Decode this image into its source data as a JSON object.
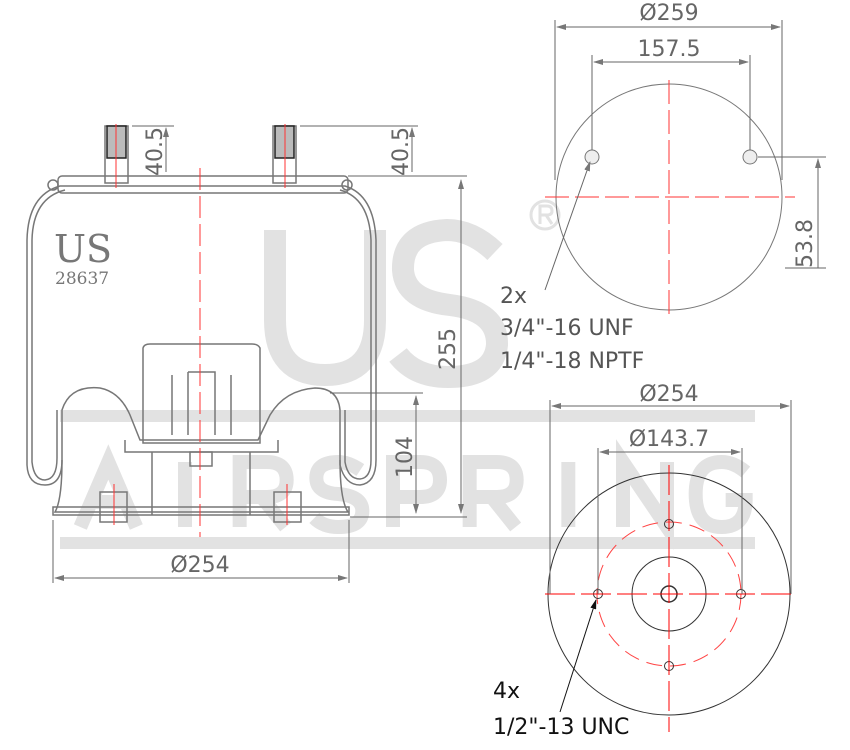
{
  "watermark": {
    "brand": "US",
    "registered": "®",
    "subtitle": "AIR SPRING",
    "subtitle_letters": [
      "A",
      "I",
      "R",
      "S",
      "P",
      "R",
      "I",
      "N",
      "G"
    ]
  },
  "side_view": {
    "logo": "US",
    "part_number": "28637",
    "dims": {
      "stud_height_left": "40.5",
      "stud_height_right": "40.5",
      "height": "255",
      "piston_height": "104",
      "base_diameter": "Ø254"
    }
  },
  "top_view": {
    "dims": {
      "diameter": "Ø259",
      "stud_spacing": "157.5",
      "offset": "53.8"
    },
    "notes": [
      "2x",
      "3/4\"-16 UNF",
      "1/4\"-18 NPTF"
    ]
  },
  "bottom_view": {
    "dims": {
      "diameter": "Ø254",
      "bolt_circle": "Ø143.7"
    },
    "notes": [
      "4x",
      "1/2\"-13 UNC"
    ]
  },
  "colors": {
    "outline": "#777777",
    "centerline": "#ff0000",
    "dimension": "#666666",
    "watermark": "#e2e2e2"
  }
}
